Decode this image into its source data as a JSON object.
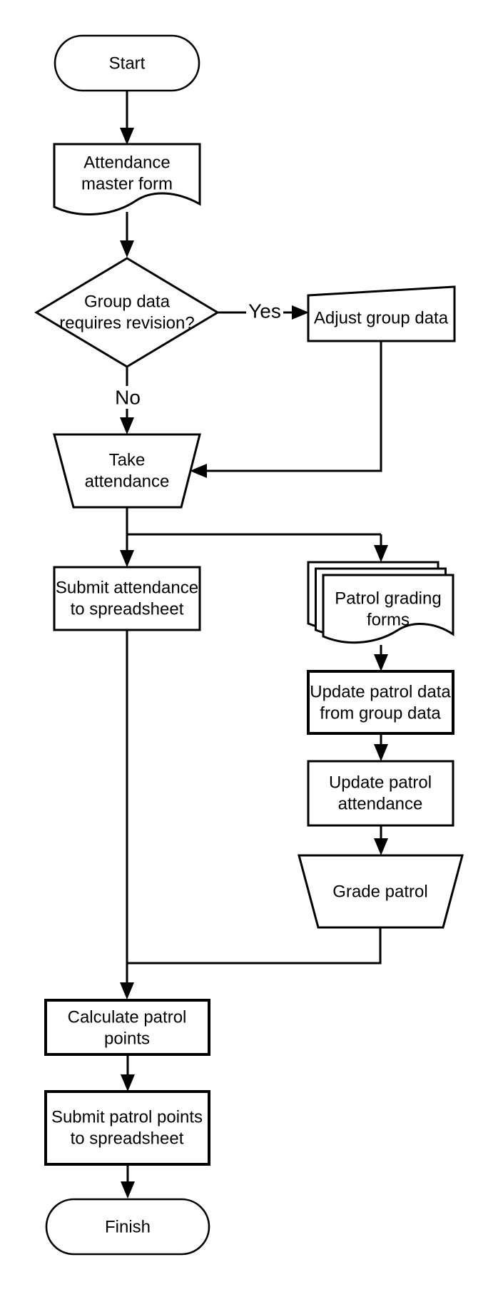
{
  "diagram": {
    "background_color": "#ffffff",
    "node_fill_color": "#ffffff",
    "stroke_color": "#000000",
    "nodes": {
      "start": {
        "type": "terminator",
        "label": "Start",
        "lines": [
          "Start"
        ]
      },
      "attendance_master_form": {
        "type": "document",
        "label": "Attendance master form",
        "lines": [
          "Attendance",
          "master form"
        ]
      },
      "group_data_requires_revision": {
        "type": "decision",
        "label": "Group data requires revision?",
        "lines": [
          "Group data",
          "requires revision?"
        ]
      },
      "adjust_group_data": {
        "type": "manual-input",
        "label": "Adjust group data",
        "lines": [
          "Adjust group data"
        ]
      },
      "take_attendance": {
        "type": "manual-operation",
        "label": "Take attendance",
        "lines": [
          "Take",
          "attendance"
        ]
      },
      "submit_attendance": {
        "type": "process",
        "label": "Submit attendance to spreadsheet",
        "lines": [
          "Submit attendance",
          "to spreadsheet"
        ]
      },
      "patrol_grading_forms": {
        "type": "multi-document",
        "label": "Patrol grading forms",
        "lines": [
          "Patrol grading",
          "forms"
        ]
      },
      "update_patrol_data": {
        "type": "process",
        "label": "Update patrol data from group data",
        "lines": [
          "Update patrol data",
          "from group data"
        ]
      },
      "update_patrol_attendance": {
        "type": "process",
        "label": "Update patrol attendance",
        "lines": [
          "Update patrol",
          "attendance"
        ]
      },
      "grade_patrol": {
        "type": "manual-operation",
        "label": "Grade patrol",
        "lines": [
          "Grade patrol"
        ]
      },
      "calculate_patrol_points": {
        "type": "process",
        "label": "Calculate patrol points",
        "lines": [
          "Calculate patrol",
          "points"
        ]
      },
      "submit_patrol_points": {
        "type": "process",
        "label": "Submit patrol points to spreadsheet",
        "lines": [
          "Submit patrol points",
          "to spreadsheet"
        ]
      },
      "finish": {
        "type": "terminator",
        "label": "Finish",
        "lines": [
          "Finish"
        ]
      }
    },
    "edges": [
      {
        "from": "start",
        "to": "attendance_master_form",
        "label": ""
      },
      {
        "from": "attendance_master_form",
        "to": "group_data_requires_revision",
        "label": ""
      },
      {
        "from": "group_data_requires_revision",
        "to": "adjust_group_data",
        "label": "Yes"
      },
      {
        "from": "adjust_group_data",
        "to": "take_attendance",
        "label": ""
      },
      {
        "from": "group_data_requires_revision",
        "to": "take_attendance",
        "label": "No"
      },
      {
        "from": "take_attendance",
        "to": "submit_attendance",
        "label": ""
      },
      {
        "from": "take_attendance",
        "to": "patrol_grading_forms",
        "label": ""
      },
      {
        "from": "patrol_grading_forms",
        "to": "update_patrol_data",
        "label": ""
      },
      {
        "from": "update_patrol_data",
        "to": "update_patrol_attendance",
        "label": ""
      },
      {
        "from": "update_patrol_attendance",
        "to": "grade_patrol",
        "label": ""
      },
      {
        "from": "submit_attendance",
        "to": "calculate_patrol_points",
        "label": ""
      },
      {
        "from": "grade_patrol",
        "to": "calculate_patrol_points",
        "label": ""
      },
      {
        "from": "calculate_patrol_points",
        "to": "submit_patrol_points",
        "label": ""
      },
      {
        "from": "submit_patrol_points",
        "to": "finish",
        "label": ""
      }
    ]
  }
}
